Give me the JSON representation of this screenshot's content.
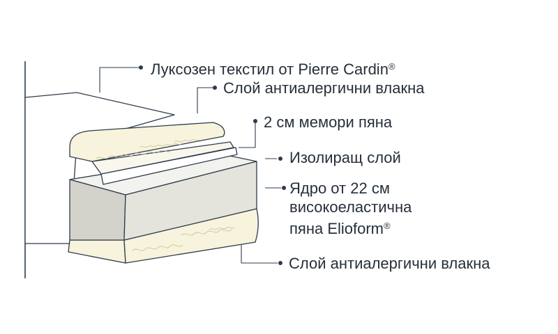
{
  "labels": {
    "textile": {
      "text": "Луксозен текстил от Pierre Cardin",
      "mark": "®"
    },
    "fiber_top": {
      "text": "Слой антиалергични влакна"
    },
    "memory_foam": {
      "text": "2 см мемори пяна"
    },
    "insulating": {
      "text": "Изолиращ слой"
    },
    "core": {
      "line1": "Ядро от 22 см",
      "line2": "високоеластична",
      "line3": "пяна Elioform",
      "mark": "®"
    },
    "fiber_bottom": {
      "text": "Слой антиалергични влакна"
    }
  },
  "colors": {
    "outline": "#2e3b4a",
    "fiber": "#f7f3dc",
    "core_front": "#d3d3cb",
    "core_side": "#e4e4dd",
    "cover": "#ffffff",
    "text": "#262f3a"
  }
}
